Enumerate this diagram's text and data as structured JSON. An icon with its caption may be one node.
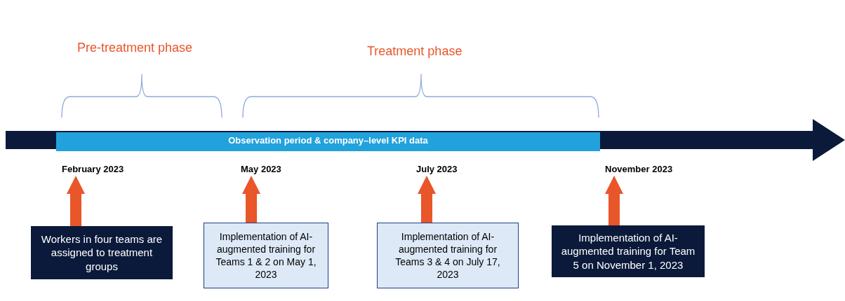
{
  "diagram": {
    "nodes": [
      {
        "text": [
          "Observation period & company–level KPI data"
        ]
      },
      {
        "text": [
          "February 2023"
        ]
      },
      {
        "text": [
          "May 2023"
        ]
      },
      {
        "text": [
          "July 2023"
        ]
      },
      {
        "text": [
          "November 2023"
        ]
      },
      {
        "text": [
          "Workers in four teams are assigned to treatment groups"
        ]
      },
      {
        "text": [
          "Implementation of AI-augmented training for Teams 1 & 2 on May 1, 2023"
        ]
      },
      {
        "text": [
          "Implementation of AI-augmented training for Teams 3 & 4 on July 17, 2023"
        ]
      },
      {
        "text": [
          "Implementation of AI-augmented training for Team 5 on November 1, 2023"
        ]
      }
    ],
    "edges": [
      {
        "from": 5,
        "to": 1,
        "arrow": "to"
      },
      {
        "from": 6,
        "to": 2,
        "arrow": "to"
      },
      {
        "from": 7,
        "to": 3,
        "arrow": "to"
      },
      {
        "from": 8,
        "to": 4,
        "arrow": "to"
      }
    ],
    "labels": [
      "Pre-treatment phase",
      "Treatment phase"
    ]
  }
}
